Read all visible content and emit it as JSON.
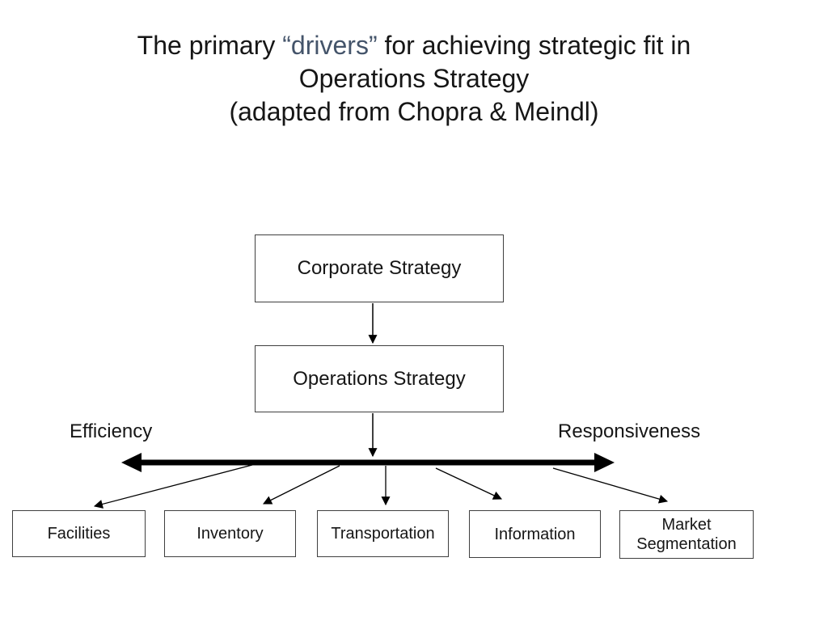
{
  "slide": {
    "title": {
      "line1_pre": "The primary ",
      "line1_accent": "“drivers”",
      "line1_post": " for achieving strategic fit in",
      "line2": "Operations Strategy",
      "line3": "(adapted from Chopra & Meindl)",
      "accent_color": "#44546A",
      "text_color": "#161616"
    },
    "diagram": {
      "boxes": {
        "corporate": "Corporate Strategy",
        "operations": "Operations Strategy"
      },
      "axis": {
        "left_label": "Efficiency",
        "right_label": "Responsiveness"
      },
      "drivers": [
        "Facilities",
        "Inventory",
        "Transportation",
        "Information",
        "Market Segmentation"
      ],
      "line_color": "#000000",
      "box_border_color": "#3f3f3f"
    }
  }
}
